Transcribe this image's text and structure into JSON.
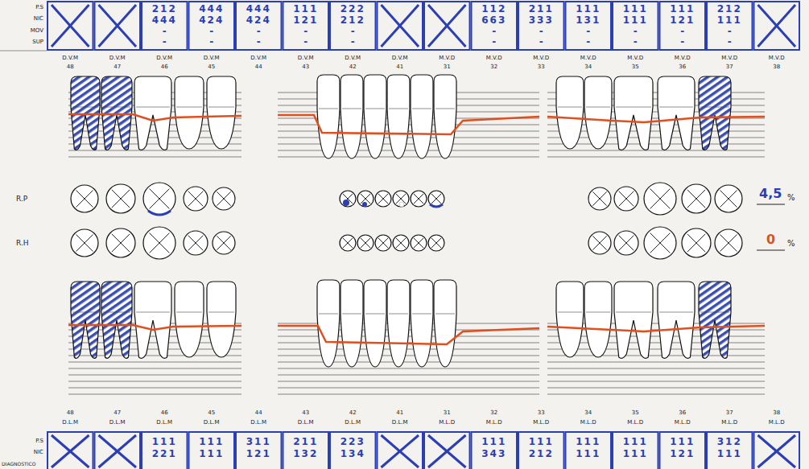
{
  "diagram": {
    "labels": [
      "P.S",
      "NIC",
      "MOV",
      "SUP",
      "212",
      "444",
      "-",
      "-",
      "444",
      "424",
      "-",
      "-",
      "444",
      "424",
      "-",
      "-",
      "111",
      "121",
      "-",
      "-",
      "222",
      "212",
      "-",
      "-",
      "112",
      "663",
      "-",
      "-",
      "211",
      "333",
      "-",
      "-",
      "111",
      "131",
      "-",
      "-",
      "111",
      "111",
      "-",
      "-",
      "111",
      "121",
      "-",
      "-",
      "212",
      "111",
      "-",
      "-",
      "D.V.M",
      "D.V.M",
      "D.V.M",
      "D.V.M",
      "D.V.M",
      "D.V.M",
      "D.V.M",
      "D.V.M",
      "M.V.D",
      "M.V.D",
      "M.V.D",
      "M.V.D",
      "M.V.D",
      "M.V.D",
      "M.V.D",
      "M.V.D",
      "48",
      "47",
      "46",
      "45",
      "44",
      "43",
      "42",
      "41",
      "31",
      "32",
      "33",
      "34",
      "35",
      "36",
      "37",
      "38",
      "R.P",
      "R.H",
      "4,5",
      "%",
      "0",
      "%",
      "48",
      "47",
      "46",
      "45",
      "44",
      "43",
      "42",
      "41",
      "31",
      "32",
      "33",
      "34",
      "35",
      "36",
      "37",
      "38",
      "D.L.M",
      "D.L.M",
      "D.L.M",
      "D.L.M",
      "D.L.M",
      "D.L.M",
      "D.L.M",
      "D.L.M",
      "M.L.D",
      "M.L.D",
      "M.L.D",
      "M.L.D",
      "M.L.D",
      "M.L.D",
      "M.L.D",
      "M.L.D",
      "P.S",
      "NIC",
      "DIAGNOSTICO",
      "111",
      "221",
      "111",
      "111",
      "311",
      "121",
      "211",
      "132",
      "223",
      "134",
      "111",
      "343",
      "111",
      "212",
      "111",
      "111",
      "111",
      "111",
      "111",
      "121",
      "312",
      "111"
    ]
  }
}
